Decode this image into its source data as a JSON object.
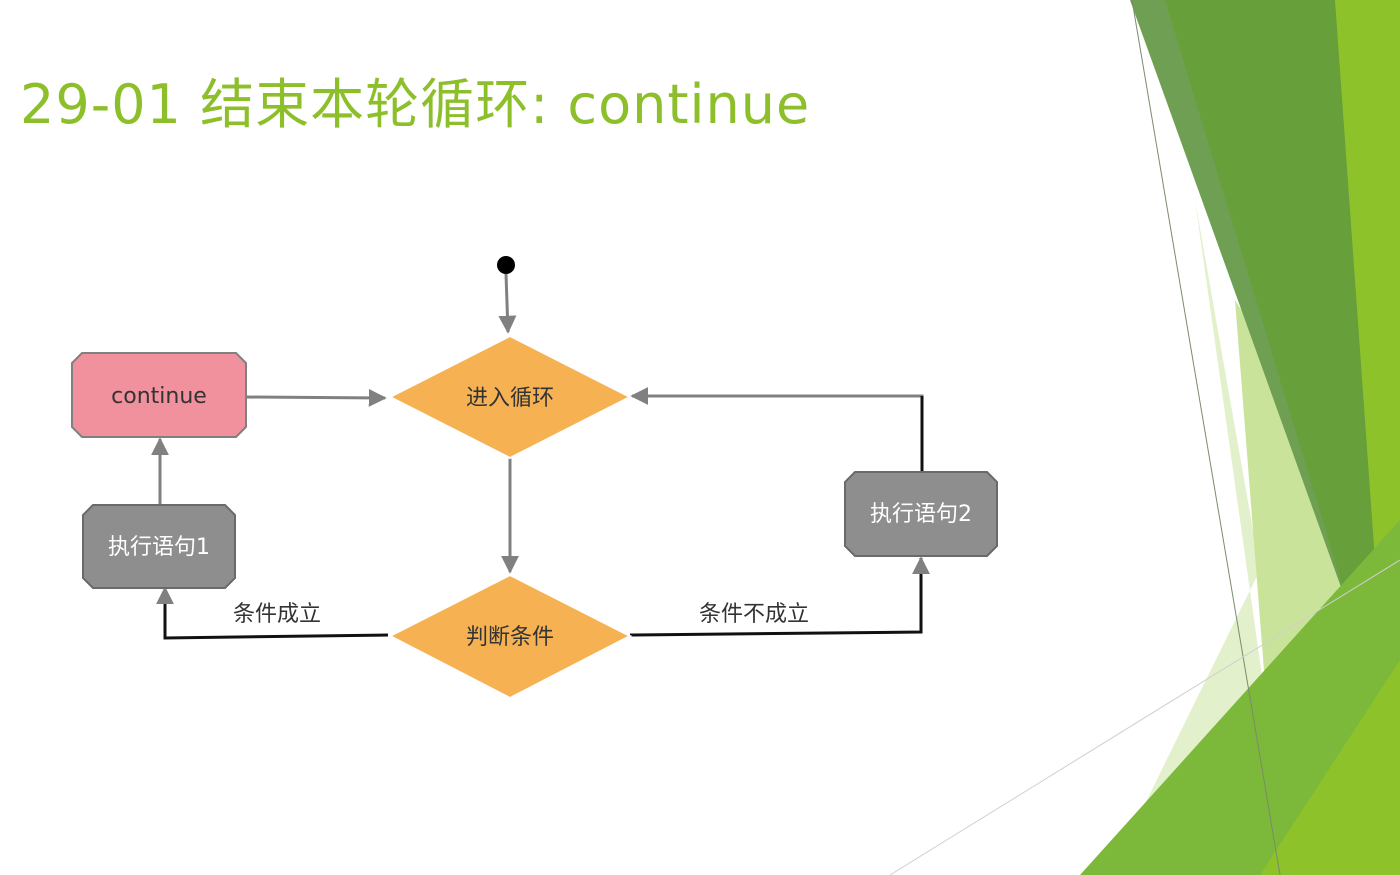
{
  "slide": {
    "title": "29-01 结束本轮循环: continue",
    "title_color": "#8dbf2b"
  },
  "diagram": {
    "nodes": {
      "continue_node": {
        "label": "continue",
        "fill": "#f0919d"
      },
      "enter_loop": {
        "label": "进入循环",
        "fill": "#f6b153"
      },
      "judge_condition": {
        "label": "判断条件",
        "fill": "#f6b153"
      },
      "exec_stmt_1": {
        "label": "执行语句1",
        "fill": "#8e8e8e"
      },
      "exec_stmt_2": {
        "label": "执行语句2",
        "fill": "#8e8e8e"
      }
    },
    "edges": {
      "condition_true": {
        "label": "条件成立"
      },
      "condition_false": {
        "label": "条件不成立"
      }
    }
  },
  "colors": {
    "edge_gray": "#808080",
    "edge_dark": "#111111",
    "start_dot": "#000000",
    "node_text_dark": "#333333",
    "node_text_light": "#ffffff",
    "green_dark": "#5f9a35",
    "green_mid": "#6ea94a",
    "green_bright": "#8dc22b",
    "green_light": "#c9e49a",
    "green_pale": "#e2f0cb"
  }
}
